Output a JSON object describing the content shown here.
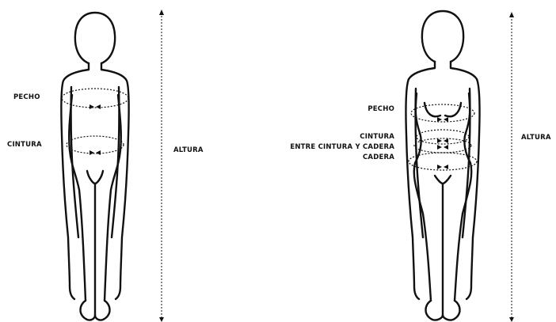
{
  "male": {
    "chest_label": "PECHO",
    "waist_label": "CINTURA",
    "height_label": "ALTURA"
  },
  "female": {
    "chest_label": "PECHO",
    "waist_label": "CINTURA",
    "mid_label": "ENTRE CINTURA Y CADERA",
    "hip_label": "CADERA",
    "height_label": "ALTURA"
  },
  "colors": {
    "line": "#111111",
    "background": "#ffffff"
  }
}
